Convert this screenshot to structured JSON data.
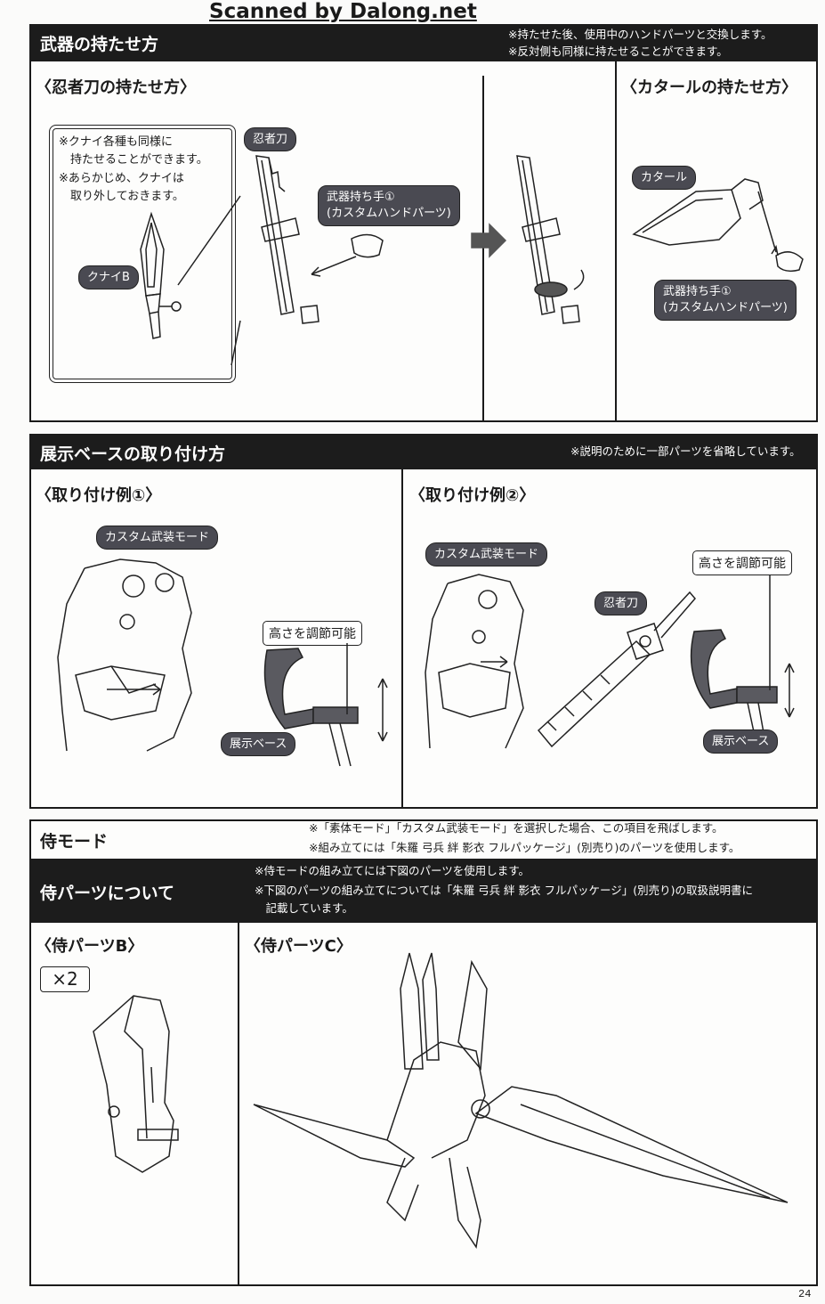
{
  "watermark": "Scanned by Dalong.net",
  "weapon_section": {
    "title": "武器の持たせ方",
    "notes": [
      "※持たせた後、使用中のハンドパーツと交換します。",
      "※反対側も同様に持たせることができます。"
    ],
    "ninja_sword": {
      "title": "〈忍者刀の持たせ方〉",
      "kunai_notes": [
        "※クナイ各種も同様に",
        "　持たせることができます。",
        "※あらかじめ、クナイは",
        "　取り外しておきます。"
      ],
      "kunai_label": "クナイB",
      "sword_label": "忍者刀",
      "hand_label": [
        "武器持ち手①",
        "(カスタムハンドパーツ)"
      ]
    },
    "katar": {
      "title": "〈カタールの持たせ方〉",
      "katar_label": "カタール",
      "hand_label": [
        "武器持ち手①",
        "(カスタムハンドパーツ)"
      ]
    }
  },
  "base_section": {
    "title": "展示ベースの取り付け方",
    "note": "※説明のために一部パーツを省略しています。",
    "example1": {
      "title": "〈取り付け例①〉",
      "mode_label": "カスタム武装モード",
      "height_label": "高さを調節可能",
      "base_label": "展示ベース"
    },
    "example2": {
      "title": "〈取り付け例②〉",
      "mode_label": "カスタム武装モード",
      "sword_label": "忍者刀",
      "height_label": "高さを調節可能",
      "base_label": "展示ベース"
    }
  },
  "samurai_section": {
    "mode_title": "侍モード",
    "mode_notes": [
      "※「素体モード」「カスタム武装モード」を選択した場合、この項目を飛ばします。",
      "※組み立てには「朱羅 弓兵 絆 影衣 フルパッケージ」(別売り)のパーツを使用します。"
    ],
    "parts_title": "侍パーツについて",
    "parts_notes": [
      "※侍モードの組み立てには下図のパーツを使用します。",
      "※下図のパーツの組み立てについては「朱羅 弓兵 絆 影衣 フルパッケージ」(別売り)の取扱説明書に",
      "　記載しています。"
    ],
    "part_b": {
      "title": "〈侍パーツB〉",
      "quantity": "×2"
    },
    "part_c": {
      "title": "〈侍パーツC〉"
    }
  },
  "page_number": "24"
}
